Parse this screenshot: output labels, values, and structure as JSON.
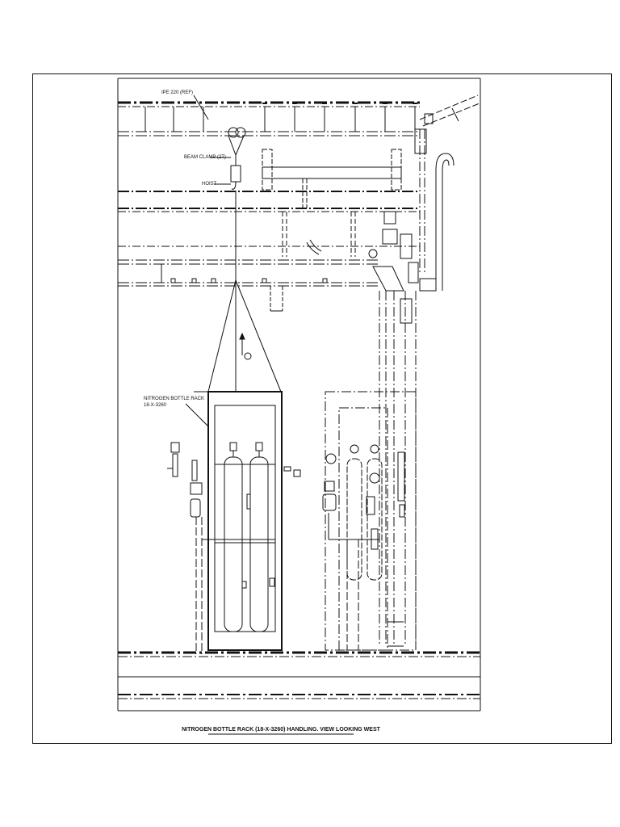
{
  "drawing": {
    "title": "NITROGEN BOTTLE RACK (18-X-3260) HANDLING. VIEW LOOKING WEST",
    "labels": {
      "pipe_ref": "IPE 220 (REF)",
      "beam_clamp": "BEAM CLAMP (2T)",
      "hoist": "HOIST",
      "rack_name": "NITROGEN BOTTLE RACK",
      "rack_tag": "18-X-3260"
    },
    "colors": {
      "line": "#111111",
      "paper": "#ffffff"
    }
  }
}
